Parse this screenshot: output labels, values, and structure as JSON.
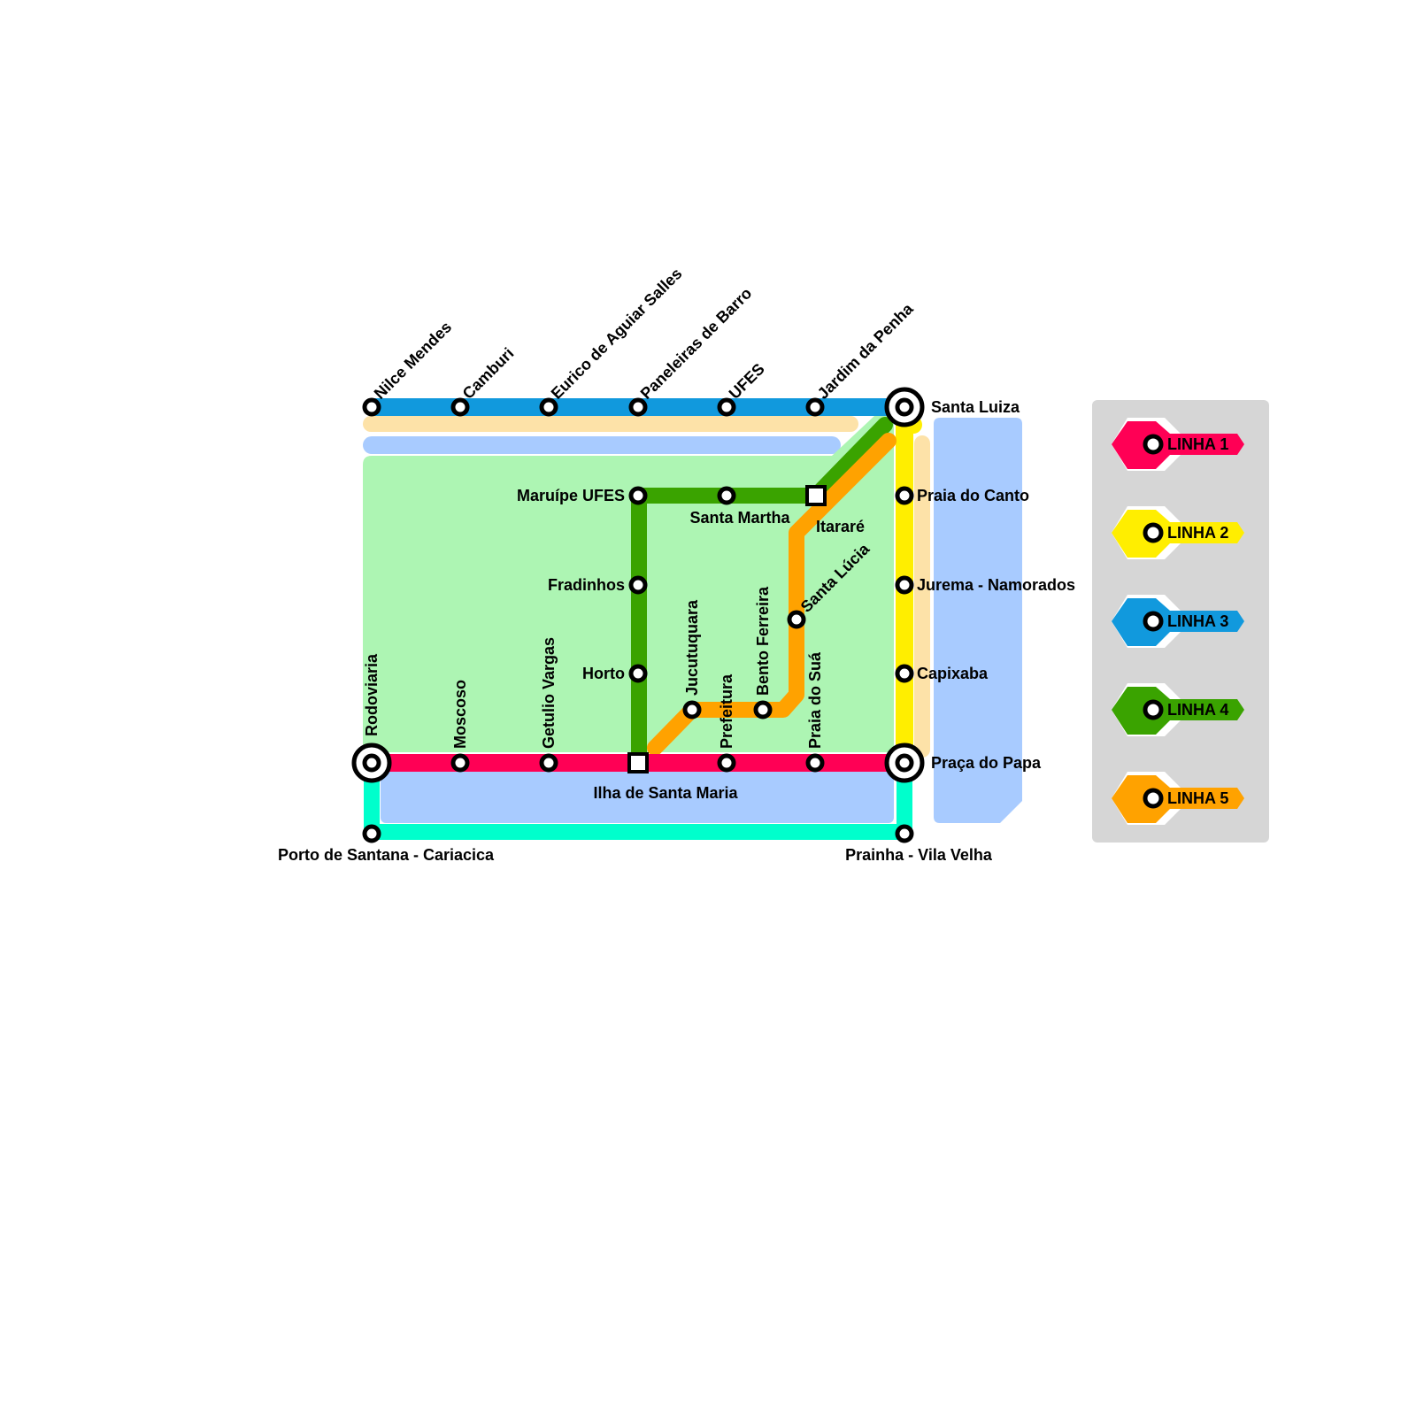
{
  "colors": {
    "linha1": "#ff0055",
    "linha2": "#ffee00",
    "linha3": "#1199dd",
    "linha4": "#3aa300",
    "linha5": "#ffa200",
    "linha6": "#00ffcc",
    "green_zone": "#adf5b3",
    "blue_zone": "#a8cbff",
    "tan_zone": "#fde2a8",
    "legend_bg": "#d6d6d6"
  },
  "stations": {
    "nilce_mendes": "Nilce Mendes",
    "camburi": "Camburi",
    "eurico": "Eurico de Aguiar Salles",
    "paneleiras": "Paneleiras de Barro",
    "ufes": "UFES",
    "jardim_penha": "Jardim da Penha",
    "santa_luiza": "Santa Luiza",
    "maruipe": "Maruípe UFES",
    "santa_martha": "Santa Martha",
    "itarare": "Itararé",
    "fradinhos": "Fradinhos",
    "horto": "Horto",
    "santa_lucia": "Santa Lúcia",
    "jucutuquara": "Jucutuquara",
    "bento_ferreira": "Bento Ferreira",
    "prefeitura": "Prefeitura",
    "praia_sua": "Praia do Suá",
    "praia_canto": "Praia do Canto",
    "jurema": "Jurema - Namorados",
    "capixaba": "Capixaba",
    "praca_papa": "Praça do Papa",
    "rodoviaria": "Rodoviaria",
    "moscoso": "Moscoso",
    "getulio": "Getulio Vargas",
    "ilha_santa_maria": "Ilha de Santa Maria",
    "porto_santana": "Porto de Santana - Cariacica",
    "prainha": "Prainha - Vila Velha"
  },
  "legend": [
    {
      "label": "LINHA 1",
      "color": "#ff0055"
    },
    {
      "label": "LINHA 2",
      "color": "#ffee00"
    },
    {
      "label": "LINHA 3",
      "color": "#1199dd"
    },
    {
      "label": "LINHA 4",
      "color": "#3aa300"
    },
    {
      "label": "LINHA 5",
      "color": "#ffa200"
    }
  ]
}
